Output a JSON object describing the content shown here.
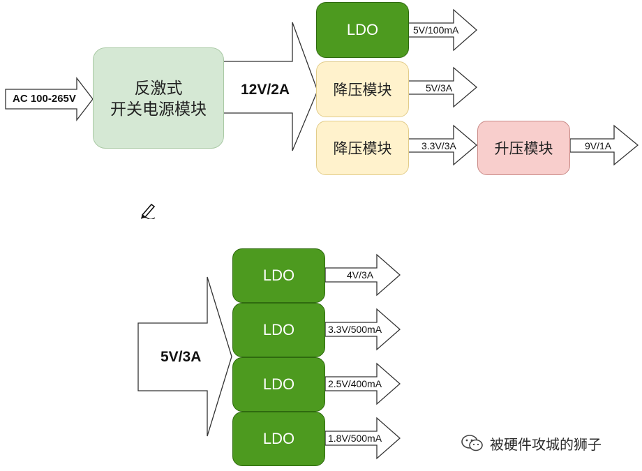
{
  "diagram1": {
    "input_label": "AC 100-265V",
    "flyback_label": "反激式\n开关电源模块",
    "bus_label": "12V/2A",
    "ldo_label": "LDO",
    "ldo_out": "5V/100mA",
    "buck1_label": "降压模块",
    "buck1_out": "5V/3A",
    "buck2_label": "降压模块",
    "buck2_out": "3.3V/3A",
    "boost_label": "升压模块",
    "boost_out": "9V/1A"
  },
  "diagram2": {
    "bus_label": "5V/3A",
    "ldos": [
      {
        "label": "LDO",
        "out": "4V/3A"
      },
      {
        "label": "LDO",
        "out": "3.3V/500mA"
      },
      {
        "label": "LDO",
        "out": "2.5V/400mA"
      },
      {
        "label": "LDO",
        "out": "1.8V/500mA"
      }
    ]
  },
  "watermark": {
    "text": "被硬件攻城的狮子",
    "icon": "wechat-icon"
  },
  "colors": {
    "ldo_green": "#4d9a1f",
    "flyback_fill": "#d5e8d4",
    "buck_fill": "#fff2cc",
    "boost_fill": "#f8cecc"
  }
}
